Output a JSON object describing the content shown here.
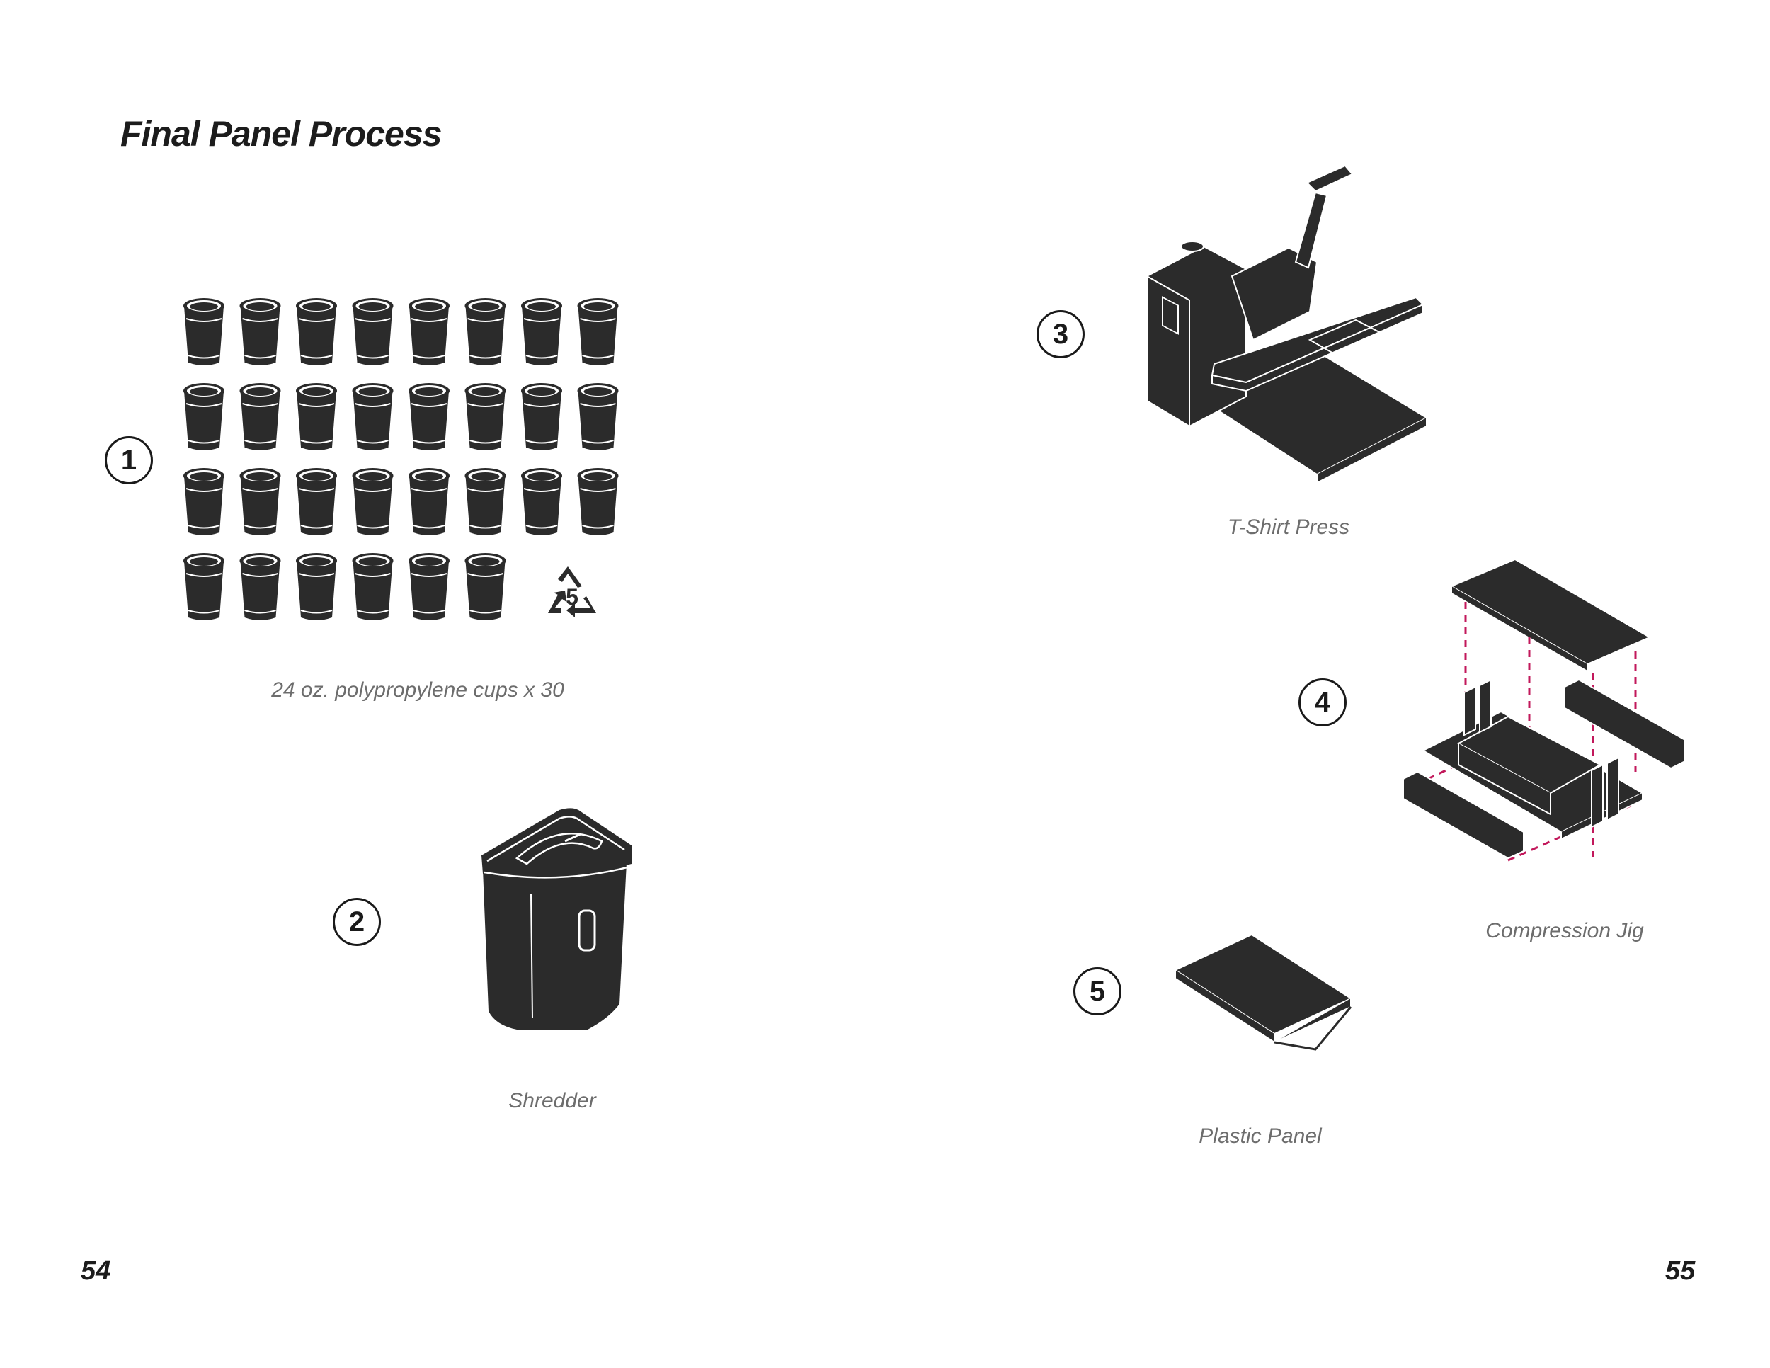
{
  "page": {
    "title": "Final Panel Process",
    "left_page_number": "54",
    "right_page_number": "55"
  },
  "steps": [
    {
      "number": "1",
      "caption": "24 oz. polypropylene cups x 30",
      "icon": "cups-grid-with-recycle-symbol"
    },
    {
      "number": "2",
      "caption": "Shredder",
      "icon": "shredder-icon"
    },
    {
      "number": "3",
      "caption": "T-Shirt Press",
      "icon": "tshirt-press-icon"
    },
    {
      "number": "4",
      "caption": "Compression Jig",
      "icon": "compression-jig-icon"
    },
    {
      "number": "5",
      "caption": "Plastic Panel",
      "icon": "plastic-panel-icon"
    }
  ],
  "recycle_symbol": {
    "code": "5"
  },
  "colors": {
    "ink": "#2b2b2b",
    "accent_dashed": "#c2185b",
    "caption_gray": "#6d6d6d"
  }
}
